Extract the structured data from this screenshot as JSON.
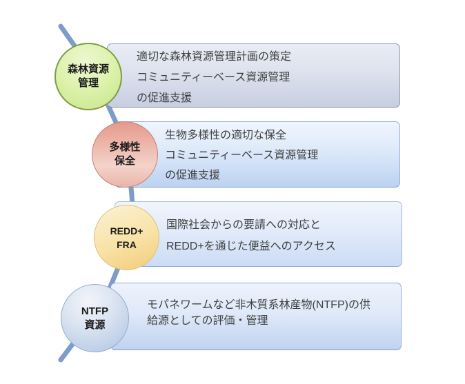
{
  "diagram": {
    "connector_color": "#7d9cc9",
    "text_color": "#3f3f3f",
    "items": [
      {
        "id": "forest-resource-management",
        "circle": {
          "lines": [
            "森林資源",
            "管理"
          ],
          "fill_top": "#edf8d2",
          "fill_bottom": "#c6e588",
          "border": "#7e9c43"
        },
        "box": {
          "lines": [
            "適切な森林資源管理計画の策定",
            "コミュニティーベース資源管理",
            "の促進支援"
          ],
          "fill_top": "#e9ecf4",
          "fill_bottom": "#c7cee1",
          "border": "#959ca9"
        }
      },
      {
        "id": "biodiversity-conservation",
        "circle": {
          "lines": [
            "多様性",
            "保全"
          ],
          "fill_top": "#e5998b",
          "fill_bottom": "#eab4a8",
          "border": "#c28177"
        },
        "box": {
          "lines": [
            "生物多様性の適切な保全",
            "コミュニティーベース資源管理",
            "の促進支援"
          ],
          "fill_top": "#f0f5fd",
          "fill_bottom": "#bcd2f1",
          "border": "#93afdc"
        }
      },
      {
        "id": "redd-fra",
        "circle": {
          "lines": [
            "REDD+",
            "FRA"
          ],
          "fill_top": "#fcf2d4",
          "fill_bottom": "#f2cc79",
          "border": "#dcc07c"
        },
        "box": {
          "lines": [
            "国際社会からの要請への対応と",
            "REDD+を通じた便益へのアクセス"
          ],
          "fill_top": "#f1f5fc",
          "fill_bottom": "#cbdcf5",
          "border": "#9fbae2"
        }
      },
      {
        "id": "ntfp-resources",
        "circle": {
          "lines": [
            "NTFP",
            "資源"
          ],
          "fill_top": "#f2f5fa",
          "fill_bottom": "#aec3e2",
          "border": "#94abd1"
        },
        "box": {
          "lines": [
            "モパネワームなど非木質系林産物(NTFP)の供",
            "給源としての評価・管理"
          ],
          "fill_top": "#eef3fc",
          "fill_bottom": "#c0d3ef",
          "border": "#8cabdb"
        }
      }
    ]
  }
}
